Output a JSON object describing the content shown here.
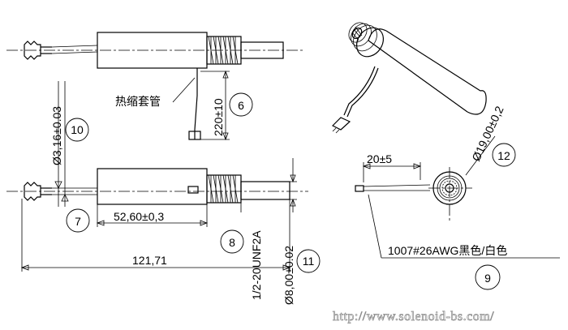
{
  "diagram": {
    "labels": {
      "heat_shrink": "热缩套管",
      "wire_length": "220±10",
      "outer_dia_small": "Ø3,16±0.03",
      "body_length": "52,60±0,3",
      "overall_length": "121,71",
      "thread": "1/2-20UNF2A",
      "plunger_dia": "Ø8,00±0.02",
      "body_dia": "Ø19,00±0,2",
      "lead_offset": "20±5",
      "wire_spec": "1007#26AWG黑色/白色"
    },
    "callouts": {
      "c6": "6",
      "c7": "7",
      "c8": "8",
      "c9": "9",
      "c10": "10",
      "c11": "11",
      "c12": "12"
    },
    "watermark": "http://www.solenoid-bs.com/"
  }
}
